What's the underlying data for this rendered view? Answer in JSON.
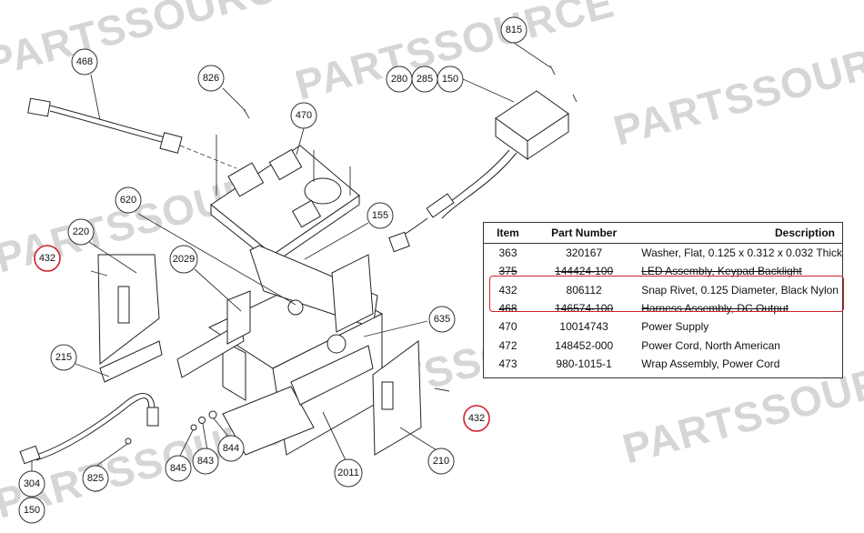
{
  "watermark": {
    "brand": "PARTSSOURCE"
  },
  "callouts": {
    "c815": "815",
    "c468": "468",
    "c826": "826",
    "c280": "280",
    "c285": "285",
    "c150a": "150",
    "c470": "470",
    "c620": "620",
    "c155": "155",
    "c220": "220",
    "c432a": "432",
    "c2029": "2029",
    "c635": "635",
    "c215": "215",
    "c432b": "432",
    "c210": "210",
    "c304": "304",
    "c150b": "150",
    "c825": "825",
    "c845": "845",
    "c843": "843",
    "c844": "844",
    "c2011": "2011"
  },
  "highlight_color": "#d0212a",
  "parts_table": {
    "headers": {
      "item": "Item",
      "part_number": "Part Number",
      "description": "Description"
    },
    "rows": [
      {
        "item": "363",
        "part_number": "320167",
        "description": "Washer, Flat, 0.125 x 0.312 x 0.032 Thick"
      },
      {
        "item": "375",
        "part_number": "144424-100",
        "description": "LED Assembly, Keypad Backlight"
      },
      {
        "item": "432",
        "part_number": "806112",
        "description": "Snap Rivet, 0.125 Diameter, Black Nylon"
      },
      {
        "item": "468",
        "part_number": "146574-100",
        "description": "Harness Assembly, DC Output"
      },
      {
        "item": "470",
        "part_number": "10014743",
        "description": "Power Supply"
      },
      {
        "item": "472",
        "part_number": "148452-000",
        "description": "Power Cord, North American"
      },
      {
        "item": "473",
        "part_number": "980-1015-1",
        "description": "Wrap Assembly, Power Cord"
      }
    ]
  }
}
